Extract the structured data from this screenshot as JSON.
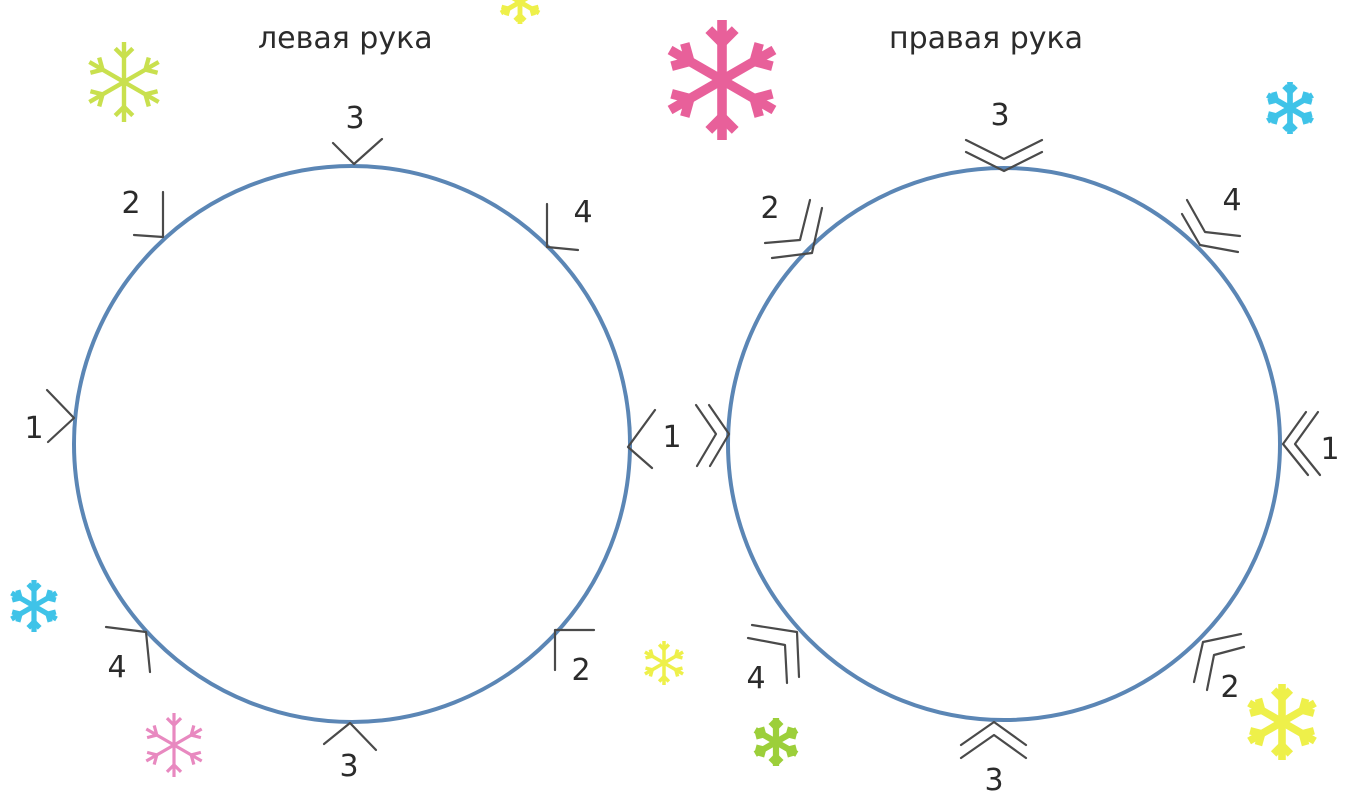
{
  "left_hand": {
    "caption": "левая рука",
    "labels": {
      "top": "3",
      "upper_left": "2",
      "upper_right": "4",
      "left": "1",
      "right": "1",
      "lower_left": "4",
      "lower_right": "2",
      "bottom": "3"
    }
  },
  "right_hand": {
    "caption": "правая рука",
    "labels": {
      "top": "3",
      "upper_left": "2",
      "upper_right": "4",
      "left": "",
      "right": "1",
      "lower_left": "4",
      "lower_right": "2",
      "bottom": "3"
    }
  },
  "colors": {
    "circle_stroke": "#5b86b5",
    "snowflake_pink": "#e8609a",
    "snowflake_blue": "#3fc3e8",
    "snowflake_yellow": "#eef04a",
    "snowflake_green": "#9ccf3a",
    "snowflake_lime": "#c9e04e"
  },
  "icons": [
    "snowflake-icon"
  ]
}
